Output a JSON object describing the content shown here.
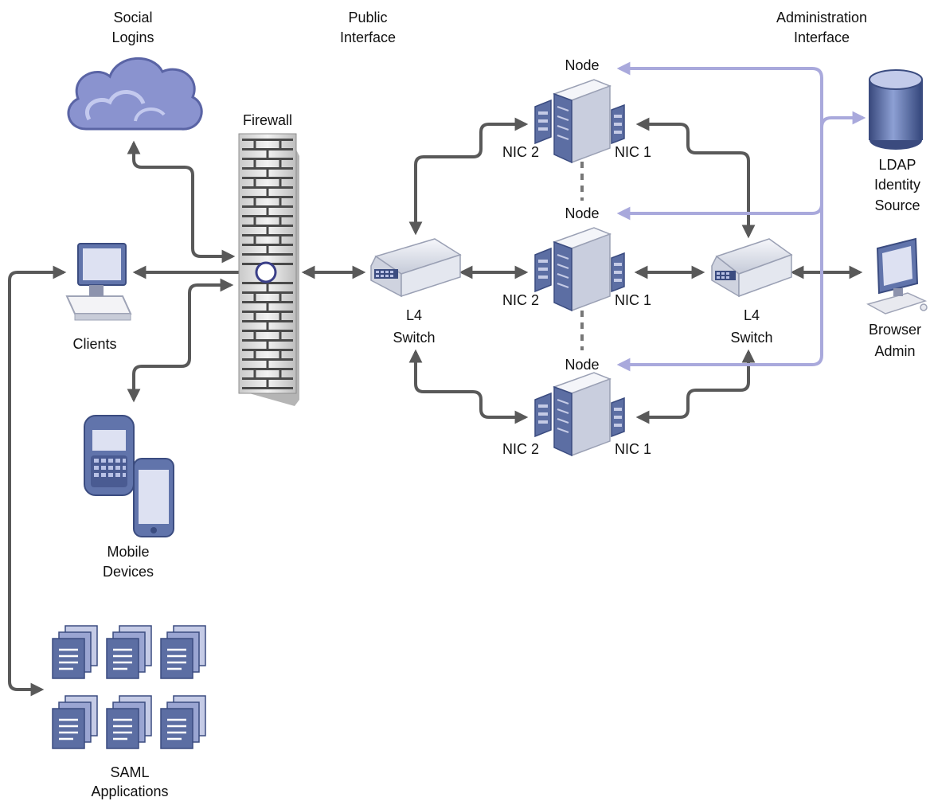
{
  "headers": {
    "social_logins": [
      "Social",
      "Logins"
    ],
    "public_interface": [
      "Public",
      "Interface"
    ],
    "administration_interface": [
      "Administration",
      "Interface"
    ]
  },
  "firewall": {
    "label": "Firewall"
  },
  "clients": {
    "label": "Clients"
  },
  "mobile_devices": {
    "label": [
      "Mobile",
      "Devices"
    ]
  },
  "saml_applications": {
    "label": [
      "SAML",
      "Applications"
    ]
  },
  "l4_switch_public": {
    "label": [
      "L4",
      "Switch"
    ]
  },
  "l4_switch_admin": {
    "label": [
      "L4",
      "Switch"
    ]
  },
  "nodes": [
    {
      "label": "Node",
      "nic_left": "NIC 2",
      "nic_right": "NIC 1"
    },
    {
      "label": "Node",
      "nic_left": "NIC 2",
      "nic_right": "NIC 1"
    },
    {
      "label": "Node",
      "nic_left": "NIC 2",
      "nic_right": "NIC 1"
    }
  ],
  "ldap": {
    "label": [
      "LDAP",
      "Identity",
      "Source"
    ]
  },
  "browser_admin": {
    "label": [
      "Browser",
      "Admin"
    ]
  },
  "colors": {
    "arrow_dark": "#595959",
    "arrow_admin": "#a9a9dc",
    "device_blue": "#5c6ea3",
    "device_dark": "#3b4c80",
    "cloud": "#8a93cf"
  },
  "icons": [
    "cloud-icon",
    "firewall-brick-icon",
    "monitor-icon",
    "smartphone-icon",
    "document-stack-icon",
    "network-switch-icon",
    "server-tower-icon",
    "nic-card-icon",
    "database-cylinder-icon"
  ]
}
